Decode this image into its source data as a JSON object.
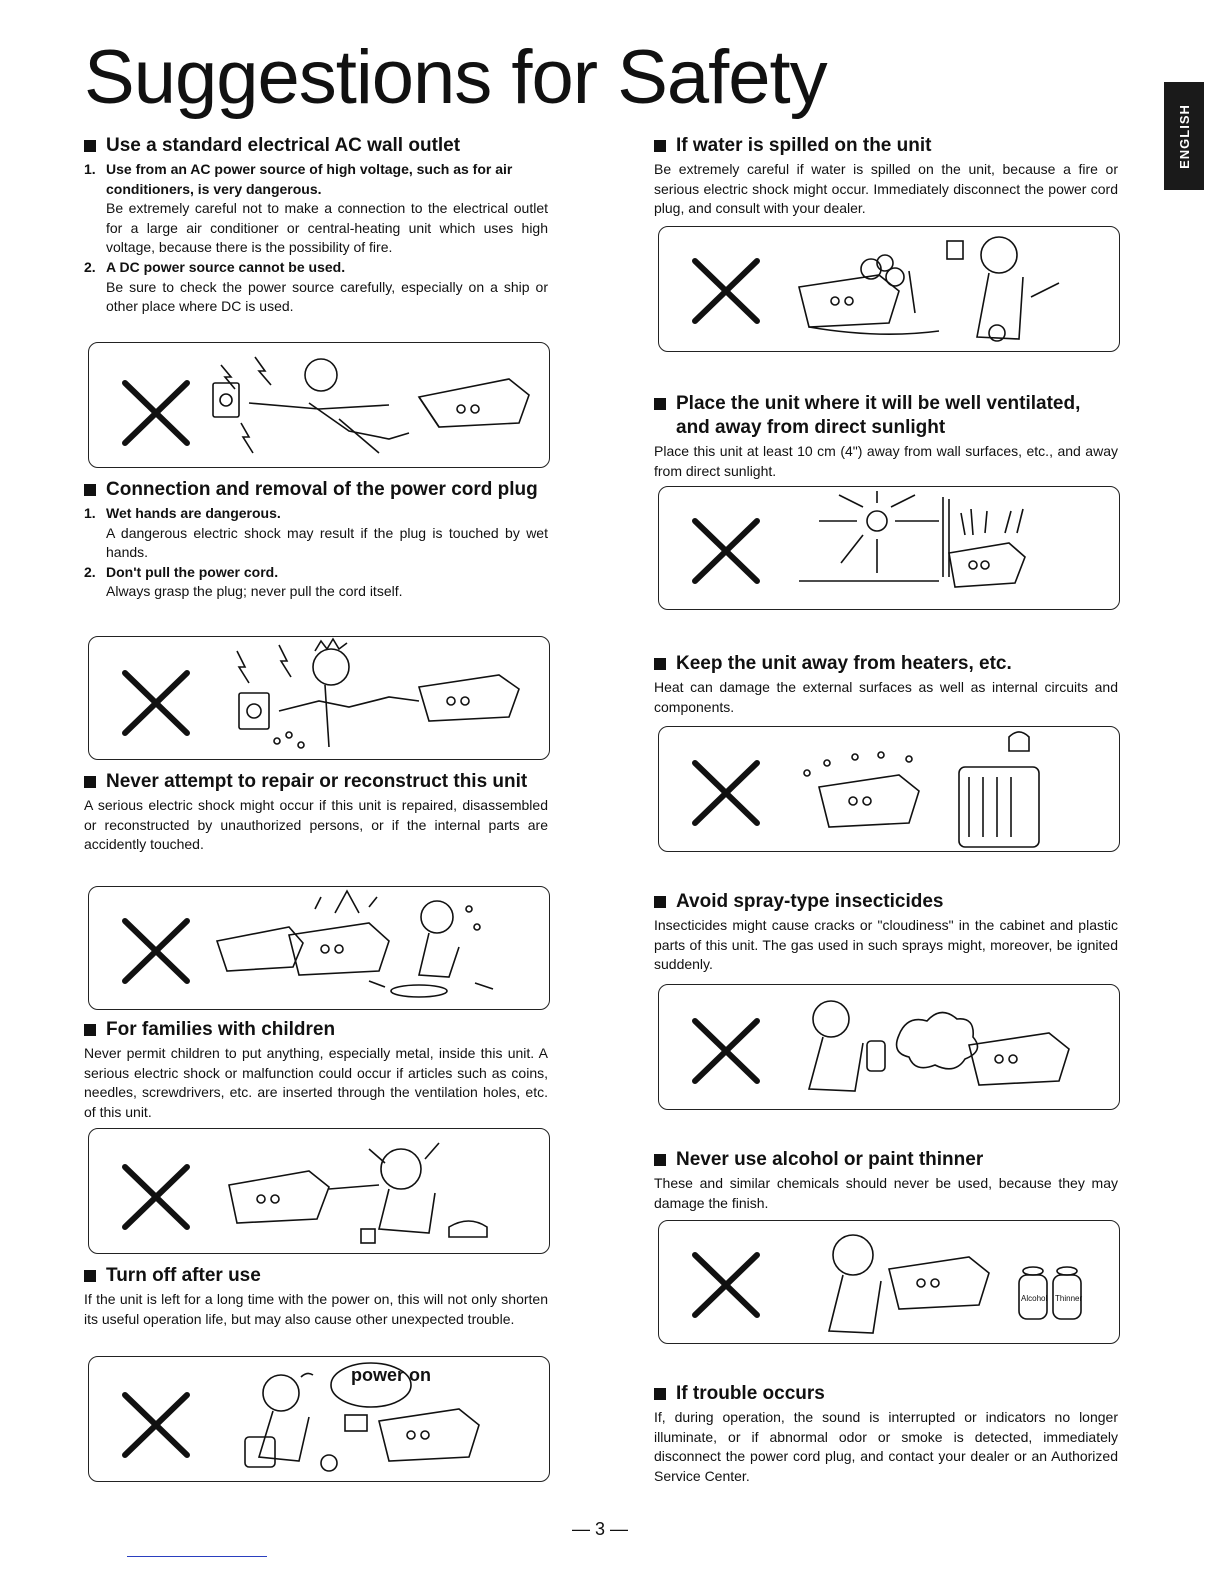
{
  "page": {
    "title": "Suggestions for Safety",
    "language_tab": "ENGLISH",
    "page_number": "— 3 —"
  },
  "left": {
    "s1": {
      "heading": "Use a standard electrical AC wall outlet",
      "items": [
        {
          "num": "1.",
          "title": "Use from an AC power source of high voltage, such as for air conditioners, is very dangerous.",
          "body": "Be extremely careful not to make a connection to the electrical outlet for a large air conditioner or central-heating unit which uses high voltage, because there is the possibility of fire."
        },
        {
          "num": "2.",
          "title": "A DC power source cannot be used.",
          "body": "Be sure to check the power source carefully, especially on a ship or other place where DC is used."
        }
      ]
    },
    "s2": {
      "heading": "Connection and removal of the power cord plug",
      "items": [
        {
          "num": "1.",
          "title": "Wet hands are dangerous.",
          "body": "A dangerous electric shock may result if the plug is touched by wet hands."
        },
        {
          "num": "2.",
          "title": "Don't pull the power cord.",
          "body": "Always grasp the plug; never pull the cord itself."
        }
      ]
    },
    "s3": {
      "heading": "Never attempt to repair or reconstruct this unit",
      "body": "A serious electric shock might occur if this unit is repaired, disassembled or reconstructed by unauthorized persons, or if the internal parts are accidently touched."
    },
    "s4": {
      "heading": "For families with children",
      "body": "Never permit children to put anything, especially metal, inside this unit. A serious electric shock or malfunction could occur if articles such as coins, needles, screwdrivers, etc. are inserted through the ventilation holes, etc. of this unit."
    },
    "s5": {
      "heading": "Turn off after use",
      "body": "If the unit is left for a long time with the power on, this will not only shorten its useful operation life, but may also cause other unexpected trouble.",
      "illus_text": "power on"
    }
  },
  "right": {
    "s1": {
      "heading": "If water is spilled on the unit",
      "body": "Be extremely careful if water is spilled on the unit, because a fire or serious electric shock might occur. Immediately disconnect the power cord plug, and consult with your dealer."
    },
    "s2": {
      "heading": "Place the unit where it will be well ventilated, and away from direct sunlight",
      "body": "Place this unit at least 10 cm (4\") away from wall surfaces, etc., and away from direct sunlight."
    },
    "s3": {
      "heading": "Keep the unit away from heaters, etc.",
      "body": "Heat can damage the external surfaces as well as internal circuits and components."
    },
    "s4": {
      "heading": "Avoid spray-type insecticides",
      "body": "Insecticides might cause cracks or \"cloudiness\" in the cabinet and plastic parts of this unit. The gas used in such sprays might, moreover, be ignited suddenly."
    },
    "s5": {
      "heading": "Never use alcohol or paint thinner",
      "body": "These and similar chemicals should never be used, because they may damage the finish.",
      "illus_labels": [
        "Alcohol",
        "Thinner"
      ]
    },
    "s6": {
      "heading": "If trouble occurs",
      "body": "If, during operation, the sound is interrupted or indicators no longer illuminate, or if abnormal odor or smoke is detected, immediately disconnect the power cord plug, and contact your dealer or an Authorized Service Center."
    }
  }
}
